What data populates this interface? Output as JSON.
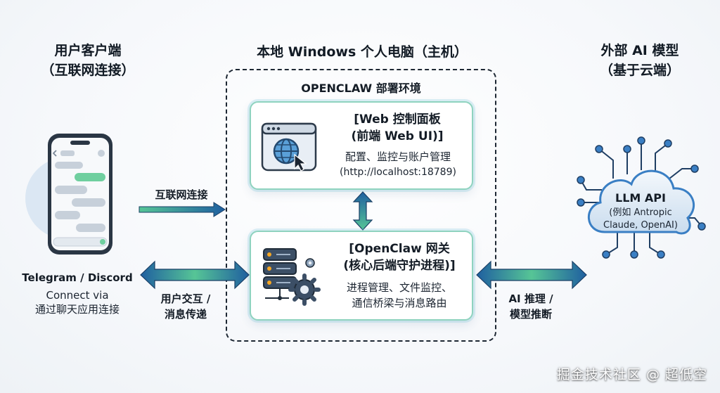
{
  "columns": {
    "client": {
      "title": [
        "用户客户端",
        "（互联网连接）"
      ]
    },
    "host": {
      "title": "本地 Windows 个人电脑（主机）",
      "subtitle": "OPENCLAW 部署环境"
    },
    "external": {
      "title": [
        "外部 AI 模型",
        "（基于云端）"
      ]
    }
  },
  "web_panel": {
    "title": [
      "[Web 控制面板",
      "(前端 Web UI)]"
    ],
    "desc": "配置、监控与账户管理",
    "url": "(http://localhost:18789)",
    "icon": "browser-window-globe-cursor-icon"
  },
  "gateway": {
    "title": [
      "[OpenClaw 网关",
      "(核心后端守护进程)]"
    ],
    "desc": [
      "进程管理、文件监控、",
      "通信桥梁与消息路由"
    ],
    "icon": "server-gear-icon"
  },
  "client_device": {
    "apps": "Telegram / Discord",
    "connect": [
      "Connect via",
      "通过聊天应用连接"
    ],
    "icon": "smartphone-chat-icon"
  },
  "llm": {
    "title": "LLM API",
    "desc": [
      "(例如 Antropic",
      "Claude, OpenAI)"
    ],
    "icon": "cloud-circuit-icon"
  },
  "connections": {
    "internet": "互联网连接",
    "user_interaction": [
      "用户交互 /",
      "消息传递"
    ],
    "ai_inference": [
      "AI 推理 /",
      "模型推断"
    ]
  },
  "watermark": "掘金技术社区 @ 超低空",
  "colors": {
    "arrow_dark": "#1f5fa0",
    "arrow_light": "#56c596",
    "card_border": "#8fd3bf"
  }
}
